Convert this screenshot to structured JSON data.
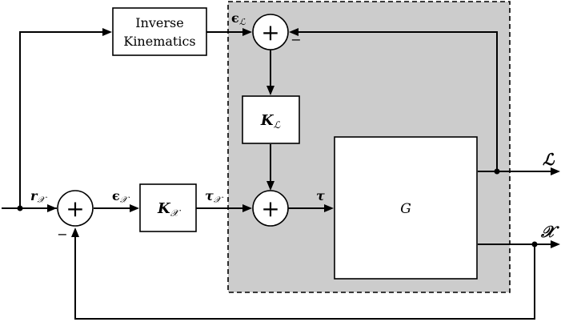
{
  "diagram": {
    "blocks": {
      "inverse_kinematics": {
        "line1": "Inverse",
        "line2": "Kinematics"
      },
      "k_l": {
        "label": "K",
        "subscript": "ℒ"
      },
      "k_x": {
        "label": "K",
        "subscript": "𝒳"
      },
      "plant": {
        "label": "G"
      }
    },
    "signals": {
      "r_x": {
        "label": "r",
        "subscript": "𝒳"
      },
      "eps_x": {
        "label": "ϵ",
        "subscript": "𝒳"
      },
      "eps_l": {
        "label": "ϵ",
        "subscript": "ℒ"
      },
      "tau_x": {
        "label": "τ",
        "subscript": "𝒳"
      },
      "tau": {
        "label": "τ"
      },
      "out_l": {
        "label": "ℒ"
      },
      "out_x": {
        "label": "𝒳"
      }
    },
    "sum_signs": {
      "outer_minus": "−",
      "inner_minus": "−",
      "plus": "+"
    },
    "colors": {
      "shaded_region": "#cccccc",
      "lines": "#000000"
    }
  }
}
